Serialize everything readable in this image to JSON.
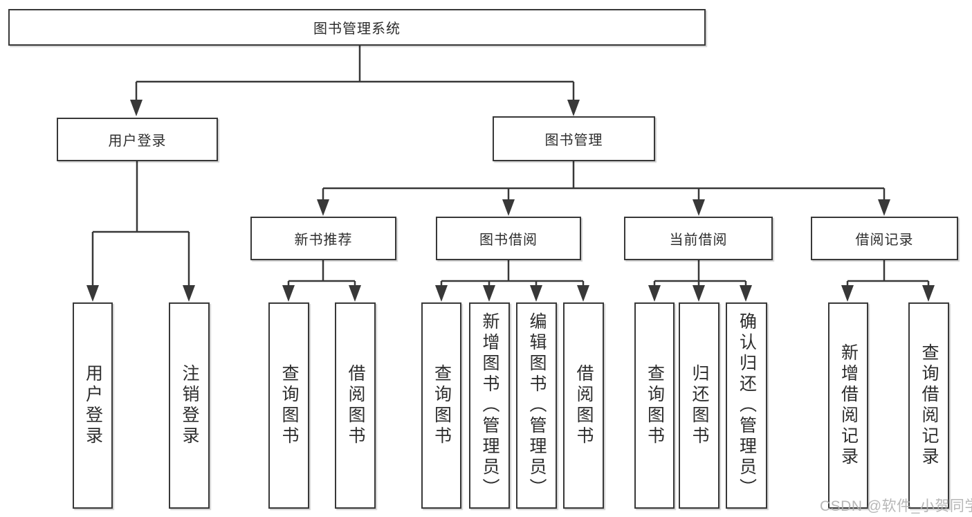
{
  "diagram": {
    "title": "图书管理系统",
    "type": "feature-hierarchy-tree"
  },
  "nodes": {
    "root": {
      "label": "图书管理系统"
    },
    "branch_user_login": {
      "label": "用户登录"
    },
    "branch_book_management": {
      "label": "图书管理"
    },
    "group_new_book_recommend": {
      "label": "新书推荐"
    },
    "group_book_borrow": {
      "label": "图书借阅"
    },
    "group_current_borrow": {
      "label": "当前借阅"
    },
    "group_borrow_record": {
      "label": "借阅记录"
    },
    "leaf_user_login": {
      "label": "用户登录"
    },
    "leaf_logout": {
      "label": "注销登录"
    },
    "leaf_nbr_query_book": {
      "label": "查询图书"
    },
    "leaf_nbr_borrow_book": {
      "label": "借阅图书"
    },
    "leaf_bb_query_book": {
      "label": "查询图书"
    },
    "leaf_bb_add_book": {
      "label": "新增图书（管理员）"
    },
    "leaf_bb_edit_book": {
      "label": "编辑图书（管理员）"
    },
    "leaf_bb_borrow_book": {
      "label": "借阅图书"
    },
    "leaf_cb_query_book": {
      "label": "查询图书"
    },
    "leaf_cb_return_book": {
      "label": "归还图书"
    },
    "leaf_cb_confirm_return": {
      "label": "确认归还（管理员）"
    },
    "leaf_br_add_record": {
      "label": "新增借阅记录"
    },
    "leaf_br_query_record": {
      "label": "查询借阅记录"
    }
  },
  "watermark": {
    "text": "CSDN @软件_小贺同学",
    "color": "#afafaf"
  },
  "colors": {
    "background": "#ffffff",
    "box_fill": "#ffffff",
    "border": "#383838",
    "line": "#383838",
    "text": "#2d2d2d"
  }
}
